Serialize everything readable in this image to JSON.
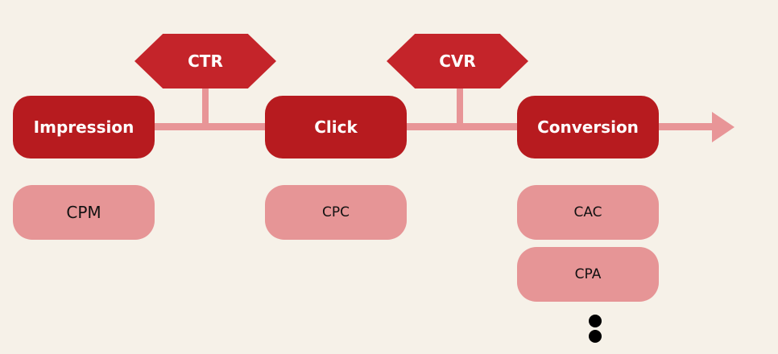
{
  "metrics_between": {
    "ctr": "CTR",
    "cvr": "CVR"
  },
  "stages": {
    "impression": "Impression",
    "click": "Click",
    "conversion": "Conversion"
  },
  "stage_metrics": {
    "cpm": "CPM",
    "cpc": "CPC",
    "cac": "CAC",
    "cpa": "CPA"
  },
  "colors": {
    "background": "#f6f1e8",
    "stage": "#b71b1f",
    "rate_hexagon": "#c4242a",
    "metric_box": "#e69596",
    "flow_line": "#e89597"
  }
}
